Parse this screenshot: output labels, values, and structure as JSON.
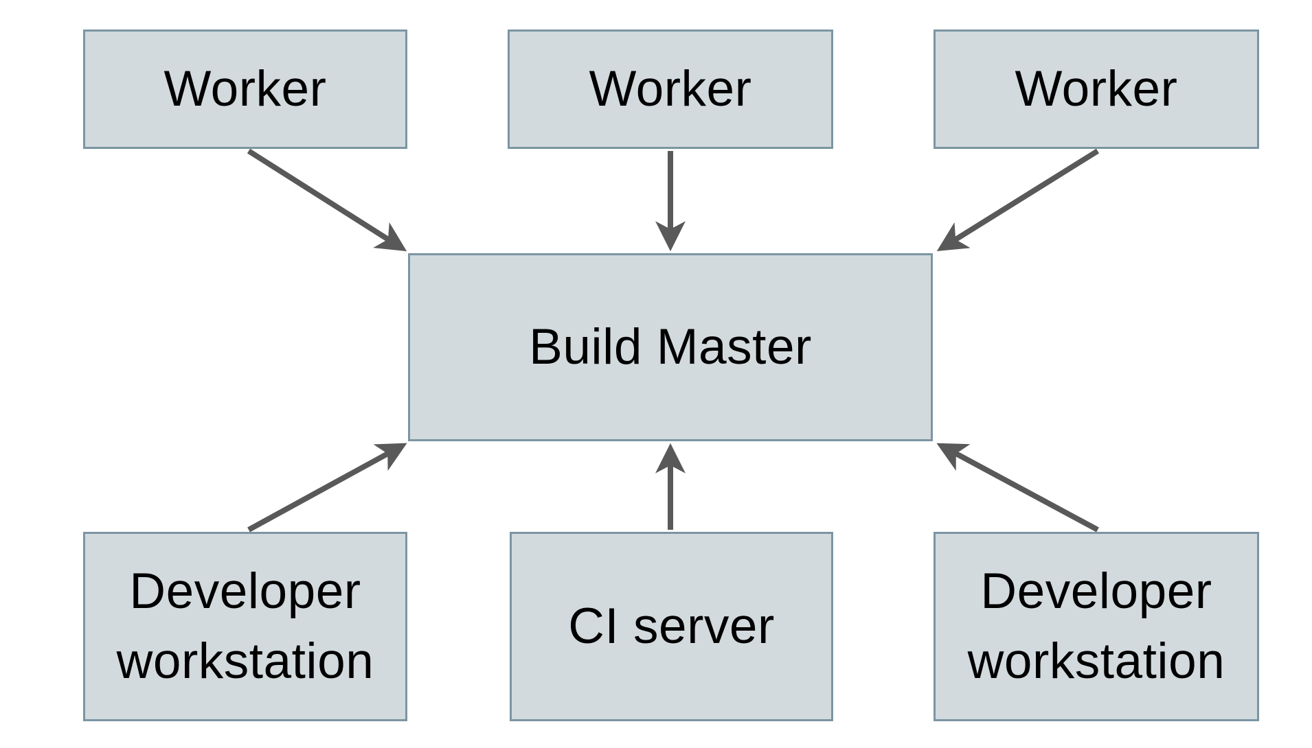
{
  "diagram": {
    "nodes": {
      "worker1": {
        "label": "Worker"
      },
      "worker2": {
        "label": "Worker"
      },
      "worker3": {
        "label": "Worker"
      },
      "build_master": {
        "label": "Build Master"
      },
      "dev_ws_1": {
        "label": "Developer workstation"
      },
      "ci_server": {
        "label": "CI server"
      },
      "dev_ws_2": {
        "label": "Developer workstation"
      }
    },
    "edges": [
      {
        "from": "worker1",
        "to": "build_master"
      },
      {
        "from": "worker2",
        "to": "build_master"
      },
      {
        "from": "worker3",
        "to": "build_master"
      },
      {
        "from": "dev_ws_1",
        "to": "build_master"
      },
      {
        "from": "ci_server",
        "to": "build_master"
      },
      {
        "from": "dev_ws_2",
        "to": "build_master"
      }
    ],
    "colors": {
      "node_fill": "#d2dade",
      "node_border": "#7b95a2",
      "arrow": "#595959",
      "text": "#000000",
      "background": "#ffffff"
    }
  }
}
